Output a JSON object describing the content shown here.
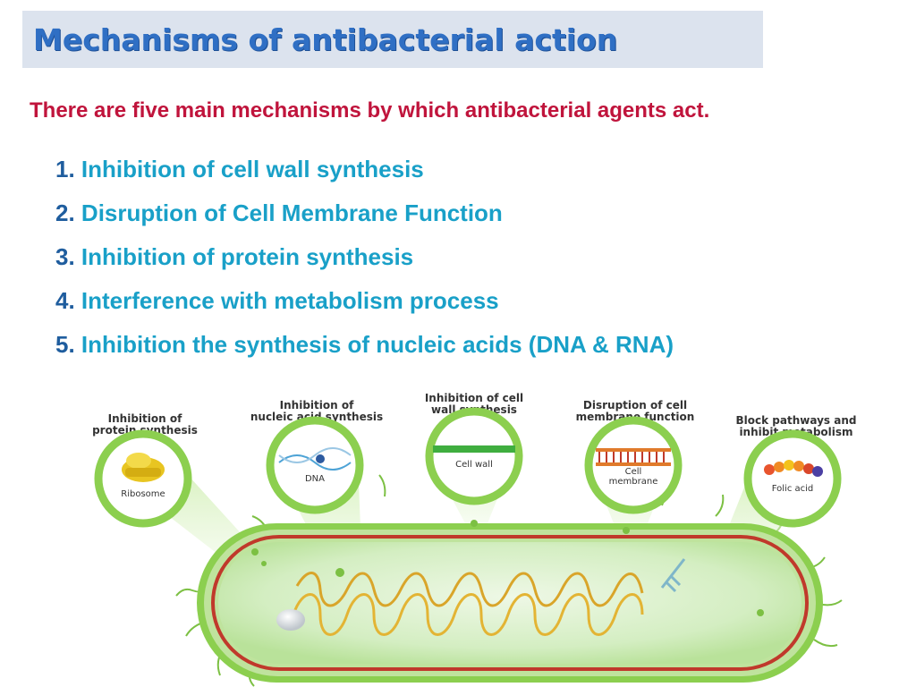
{
  "title": "Mechanisms of antibacterial action",
  "intro": "There are five  main mechanisms by which antibacterial agents act.",
  "mechanisms": [
    {
      "num": "1.",
      "text": "Inhibition of cell wall synthesis"
    },
    {
      "num": "2.",
      "text": "Disruption of Cell Membrane Function"
    },
    {
      "num": "3.",
      "text": "Inhibition of protein synthesis"
    },
    {
      "num": "4.",
      "text": "Interference with metabolism process"
    },
    {
      "num": "5.",
      "text": "Inhibition the synthesis  of nucleic acids (DNA & RNA)"
    }
  ],
  "diagram": {
    "targets": [
      {
        "heading_l1": "Inhibition of",
        "heading_l2": "protein synthesis",
        "item": "Ribosome"
      },
      {
        "heading_l1": "Inhibition of",
        "heading_l2": "nucleic acid synthesis",
        "item": "DNA"
      },
      {
        "heading_l1": "Inhibition of cell",
        "heading_l2": "wall synthesis",
        "item": "Cell wall"
      },
      {
        "heading_l1": "Disruption of cell",
        "heading_l2": "membrane function",
        "item_l1": "Cell",
        "item_l2": "membrane"
      },
      {
        "heading_l1": "Block pathways and",
        "heading_l2": "inhibit metabolism",
        "item": "Folic acid"
      }
    ]
  },
  "colors": {
    "title": "#2f6fc4",
    "intro": "#c0143c",
    "list_number": "#1f5d9e",
    "list_text": "#19a0c8",
    "cell_green": "#8ccf4f",
    "cell_wall_red": "#c0392b"
  }
}
